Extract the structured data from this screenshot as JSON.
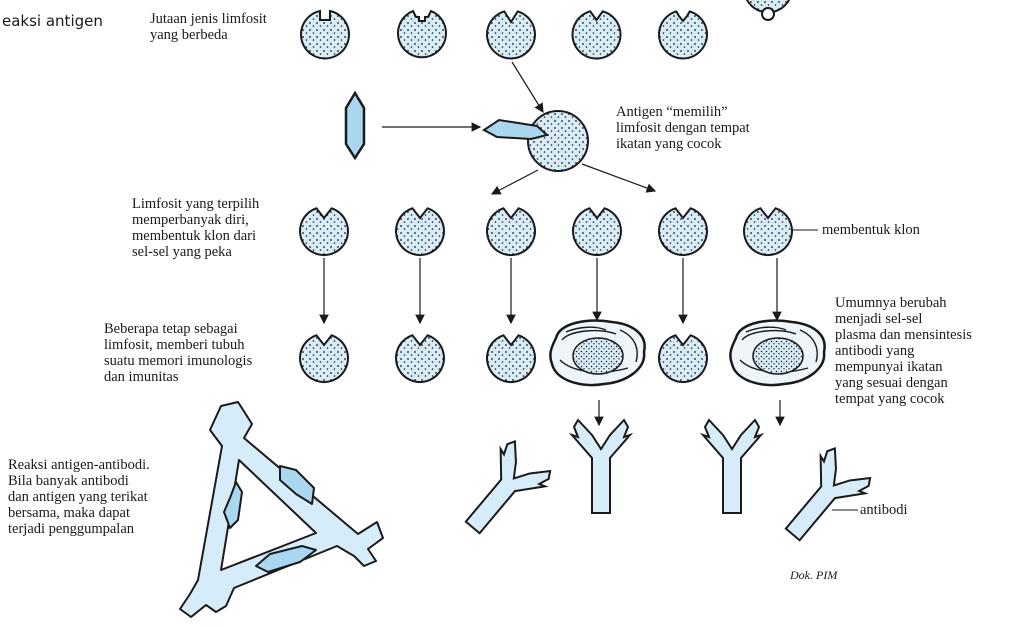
{
  "title": "eaksi antigen",
  "labels": {
    "lymphocytes": "Jutaan jenis limfosit\nyang berbeda",
    "antigen_selects": "Antigen “memilih”\nlimfosit dengan tempat\nikatan yang cocok",
    "selected": "Limfosit yang terpilih\nmemperbanyak diri,\nmembentuk klon dari\nsel-sel yang peka",
    "clone": "membentuk klon",
    "memory": "Beberapa tetap sebagai\nlimfosit, memberi tubuh\nsuatu memori imunologis\ndan imunitas",
    "plasma": "Umumnya berubah\nmenjadi sel-sel\nplasma dan mensintesis\nantibodi yang\nmempunyai ikatan\nyang sesuai dengan\ntempat yang cocok",
    "reaction": "Reaksi antigen-antibodi.\nBila banyak antibodi\ndan antigen yang terikat\nbersama, maka dapat\nterjadi penggumpalan",
    "antibody": "antibodi"
  },
  "credit": "Dok. PIM",
  "colors": {
    "cell_fill": "#d8ecf7",
    "antibody_fill": "#d6ecf8",
    "antigen_fill": "#a9d7f0",
    "stroke": "#1a1a1a"
  }
}
